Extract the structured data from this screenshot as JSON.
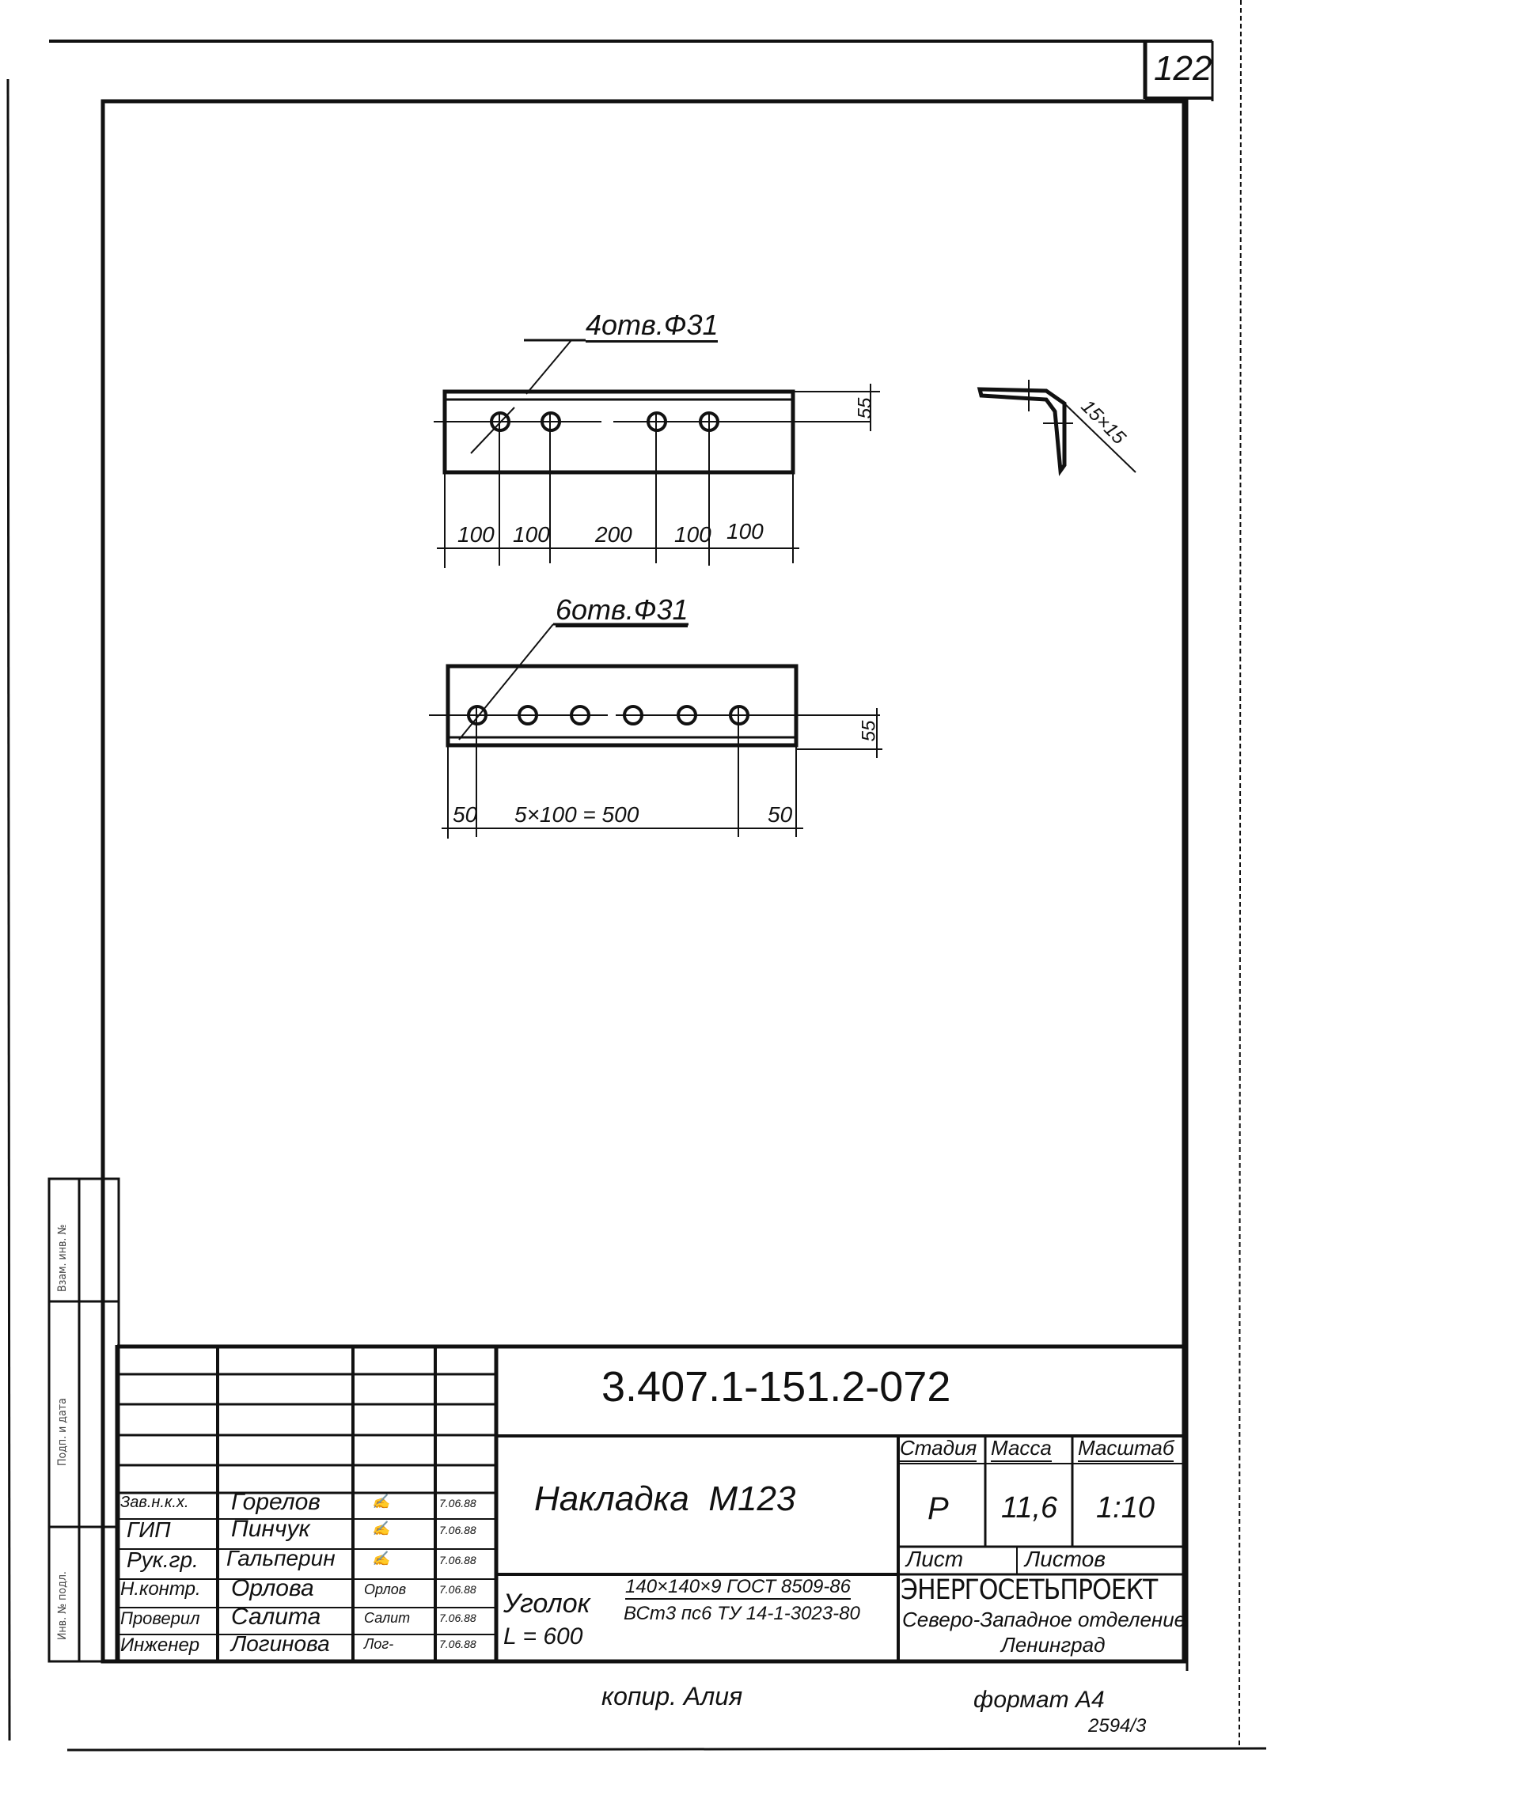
{
  "sheet": {
    "page_number": "122",
    "paper_color": "#ffffff",
    "ink_color": "#111111"
  },
  "drawing": {
    "part1": {
      "callout": "4отв.Ф31",
      "height_dim": "55",
      "dims": [
        "100",
        "100",
        "200",
        "100",
        "100"
      ],
      "hole_count": 4
    },
    "part2": {
      "callout": "6отв.Ф31",
      "height_dim": "55",
      "dims": [
        "50",
        "5×100 = 500",
        "50"
      ],
      "hole_count": 6
    },
    "profile": {
      "chamfer": "15×15"
    }
  },
  "side_stamp": {
    "labels": [
      "Взам. инв. №",
      "Подп. и дата",
      "Инв. № подл."
    ]
  },
  "title_block": {
    "designation": "3.407.1-151.2-072",
    "part_name": "Накладка  М123",
    "material": {
      "label": "Уголок",
      "length": "L = 600",
      "spec_top": "140×140×9 ГОСТ 8509-86",
      "spec_bottom": "ВСт3 пс6 ТУ 14-1-3023-80"
    },
    "headers": {
      "stage": "Стадия",
      "mass": "Масса",
      "scale": "Масштаб"
    },
    "values": {
      "stage": "Р",
      "mass": "11,6",
      "scale": "1:10"
    },
    "sheet_label": "Лист",
    "sheets_label": "Листов",
    "organization": {
      "name": "ЭНЕРГОСЕТЬПРОЕКТ",
      "branch": "Северо-Западное отделение",
      "city": "Ленинград"
    },
    "signatures": [
      {
        "role": "Зав.н.к.х.",
        "name": "Горелов",
        "sign": "✍",
        "date": "7.06.88"
      },
      {
        "role": "ГИП",
        "name": "Пинчук",
        "sign": "✍",
        "date": "7.06.88"
      },
      {
        "role": "Рук.гр.",
        "name": "Гальперин",
        "sign": "✍",
        "date": "7.06.88"
      },
      {
        "role": "Н.контр.",
        "name": "Орлова",
        "sign": "Орлов",
        "date": "7.06.88"
      },
      {
        "role": "Проверил",
        "name": "Салита",
        "sign": "Салит",
        "date": "7.06.88"
      },
      {
        "role": "Инженер",
        "name": "Логинова",
        "sign": "Лог-",
        "date": "7.06.88"
      }
    ]
  },
  "footer": {
    "copy": "копир. Алия",
    "format": "формат А4",
    "code": "2594/3"
  }
}
